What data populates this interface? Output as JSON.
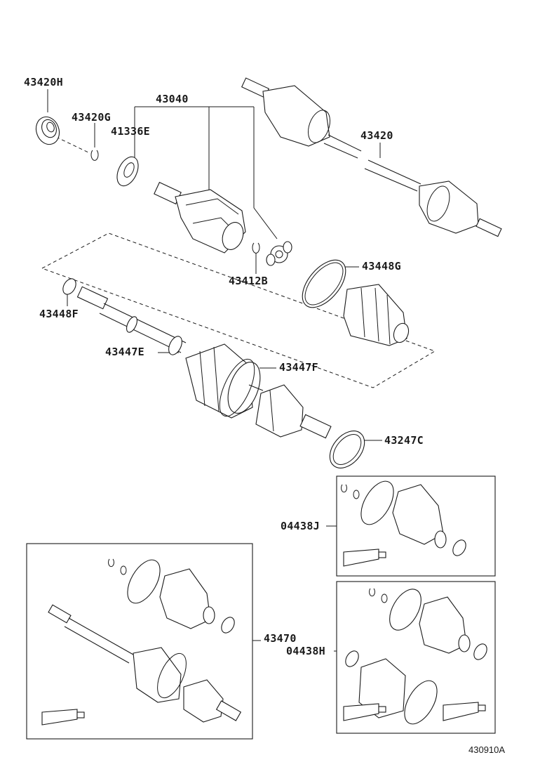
{
  "diagram": {
    "callouts": {
      "p43420H": "43420H",
      "p43420G": "43420G",
      "p43040": "43040",
      "p41336E": "41336E",
      "p43420": "43420",
      "p43412B": "43412B",
      "p43448G": "43448G",
      "p43448F": "43448F",
      "p43447E": "43447E",
      "p43447F": "43447F",
      "p43247C": "43247C",
      "p04438J": "04438J",
      "p43470": "43470",
      "p04438H": "04438H"
    },
    "figure_number": "430910A"
  }
}
